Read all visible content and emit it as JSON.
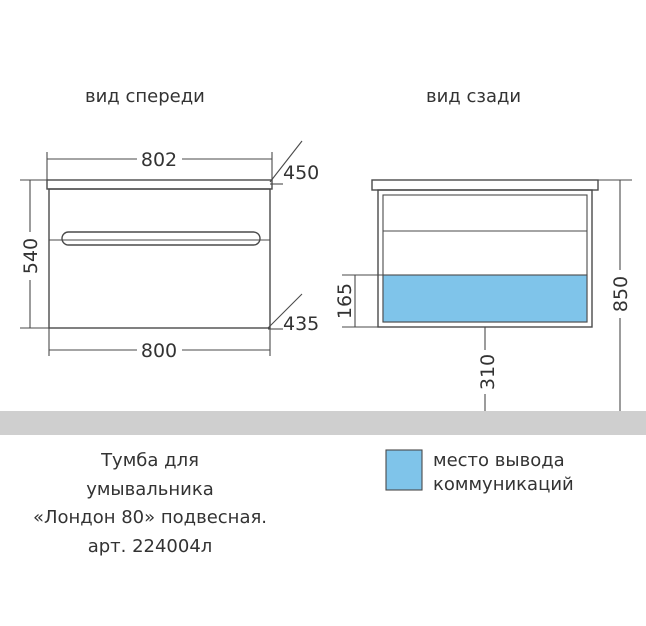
{
  "views": {
    "front": "вид спереди",
    "back": "вид сзади"
  },
  "dimensions": {
    "front_top_width": "802",
    "front_bottom_width": "800",
    "front_height": "540",
    "depth_top": "450",
    "depth_bottom": "435",
    "back_comm_height": "165",
    "back_total_height": "850",
    "back_from_floor": "310"
  },
  "caption": {
    "line1": "Тумба для",
    "line2": "умывальника",
    "line3": "«Лондон 80» подвесная.",
    "line4": "арт. 224004л"
  },
  "legend": {
    "line1": "место вывода",
    "line2": "коммуникаций"
  },
  "colors": {
    "communication_zone": "#7fc4ea",
    "floor": "#cfcfcf",
    "outline": "#4a4a4a"
  }
}
